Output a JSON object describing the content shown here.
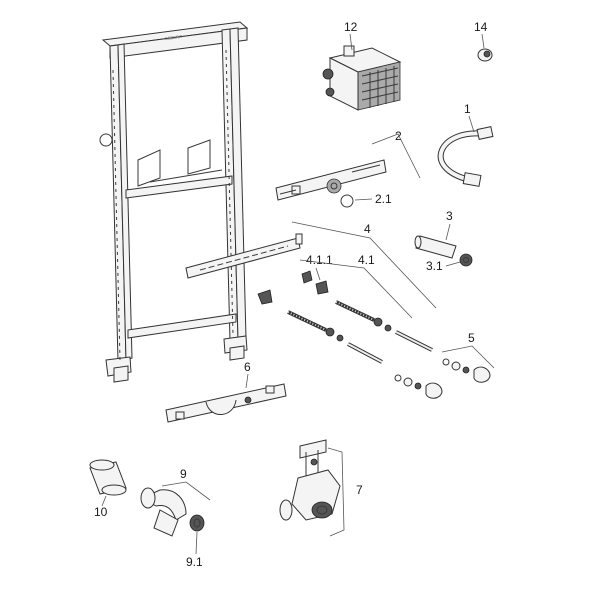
{
  "callouts": {
    "c1": "1",
    "c2": "2",
    "c2_1": "2.1",
    "c3": "3",
    "c3_1": "3.1",
    "c4": "4",
    "c4_1": "4.1",
    "c4_1_1": "4.1.1",
    "c5": "5",
    "c6": "6",
    "c7": "7",
    "c9": "9",
    "c9_1": "9.1",
    "c10": "10",
    "c12": "12",
    "c14": "14"
  },
  "frame_text": "GEBERIT"
}
